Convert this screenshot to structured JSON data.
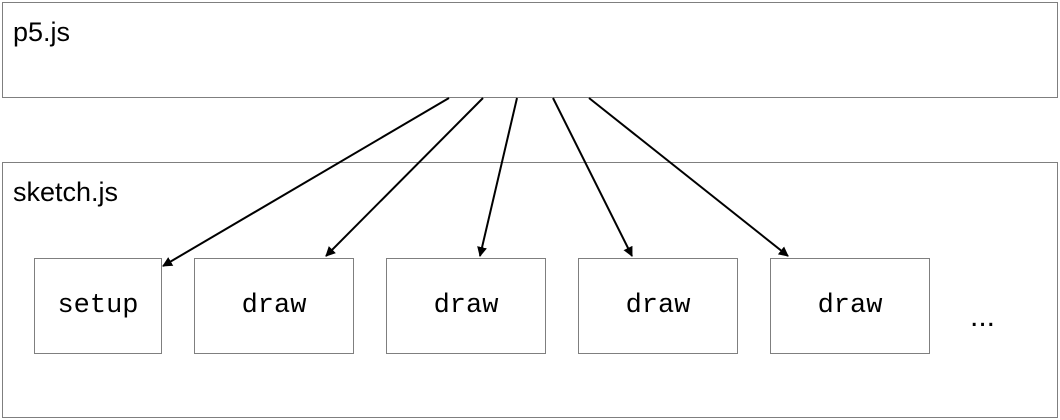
{
  "containers": {
    "library": {
      "label": "p5.js"
    },
    "sketch": {
      "label": "sketch.js"
    }
  },
  "functions": [
    {
      "label": "setup"
    },
    {
      "label": "draw"
    },
    {
      "label": "draw"
    },
    {
      "label": "draw"
    },
    {
      "label": "draw"
    }
  ],
  "ellipsis": "...",
  "colors": {
    "border": "#7f7f7f",
    "arrow": "#000000",
    "text": "#000000",
    "background": "#ffffff"
  }
}
